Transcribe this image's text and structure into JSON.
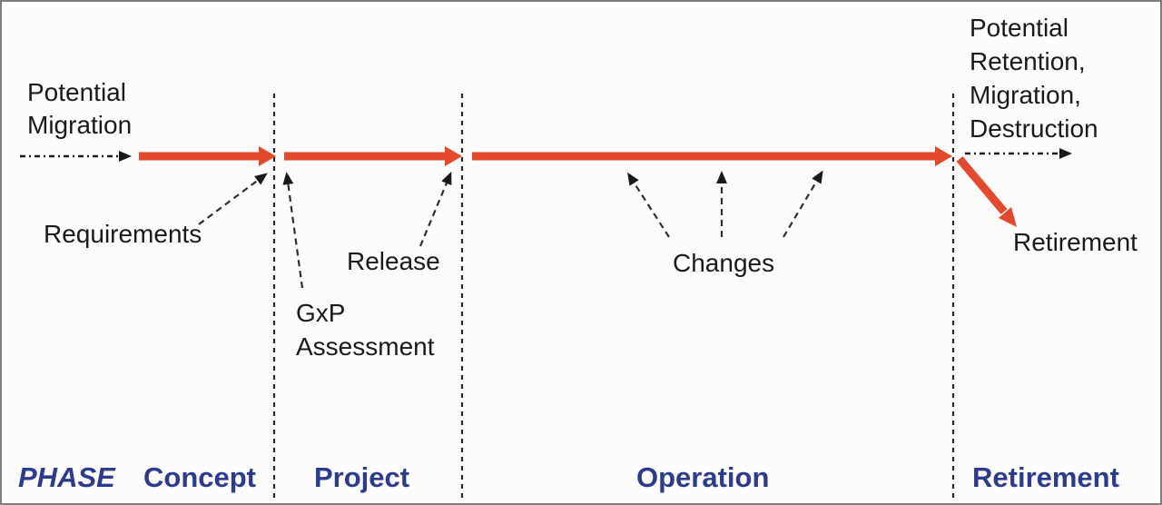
{
  "colors": {
    "timeline_red": "#e3492a",
    "phase_blue": "#2b3c8f",
    "text_black": "#1a1a1a",
    "border_gray": "#7d7d7d"
  },
  "annotations": {
    "potential_migration": [
      "Potential",
      "Migration"
    ],
    "requirements": "Requirements",
    "gxp_assessment": [
      "GxP",
      "Assessment"
    ],
    "release": "Release",
    "changes": "Changes",
    "potential_retention": [
      "Potential",
      "Retention,",
      "Migration,",
      "Destruction"
    ],
    "retirement": "Retirement"
  },
  "phase_row": {
    "heading": "PHASE",
    "phases": [
      "Concept",
      "Project",
      "Operation",
      "Retirement"
    ]
  }
}
